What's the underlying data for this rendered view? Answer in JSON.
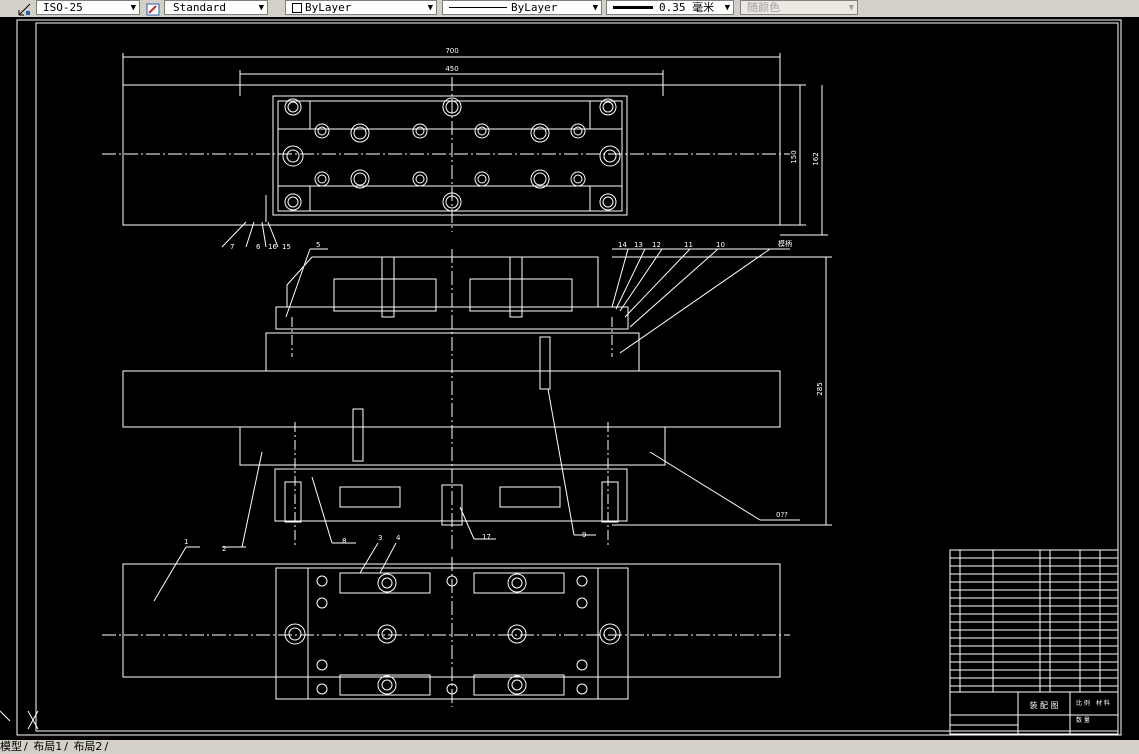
{
  "toolbar": {
    "dimstyle": "ISO-25",
    "textstyle": "Standard",
    "layer": "ByLayer",
    "linetype": "ByLayer",
    "lineweight": "0.35 毫米",
    "plotstyle": "随颜色"
  },
  "drawing": {
    "dims": {
      "overall_width": "700",
      "inner_width": "450",
      "height_a": "150",
      "height_b": "162",
      "height_c": "285",
      "leader_top": "模柄",
      "leader_bottom": "0?? "
    },
    "part_callouts": [
      "1",
      "2",
      "3",
      "4",
      "5",
      "6",
      "7",
      "8",
      "9",
      "10",
      "11",
      "12",
      "13",
      "14",
      "15",
      "16",
      "17"
    ]
  },
  "title_block": {
    "name_label": "装 配 图",
    "labels": [
      "比 例",
      "数 量",
      "材 料"
    ]
  },
  "tabs": [
    "模型",
    "布局1",
    "布局2"
  ],
  "colors": {
    "background": "#000000",
    "line": "#ffffff",
    "toolbar": "#d4d0c8"
  }
}
